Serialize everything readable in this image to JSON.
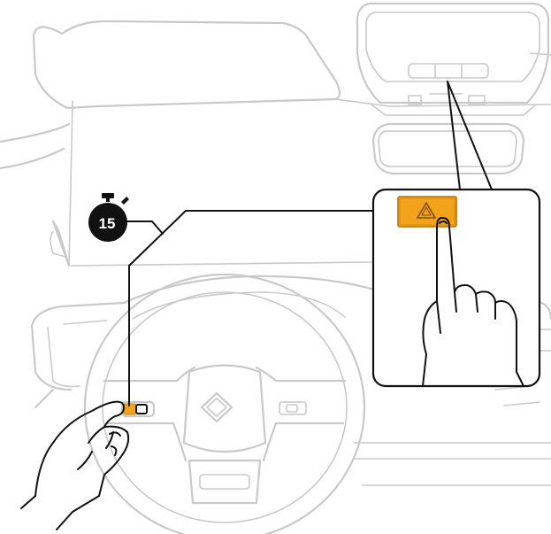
{
  "diagram": {
    "type": "instruction-illustration",
    "subject": "hazard-warning-button-press",
    "icons": [
      "timer-icon",
      "hazard-warning-icon",
      "pointing-hand-icon",
      "hand-on-steering-wheel-icon",
      "brand-logo-icon"
    ],
    "timer": {
      "value": "15"
    },
    "colors": {
      "accent": "#f3a21b",
      "accent_dark": "#c7800e",
      "line": "#c9c9c9",
      "ink": "#111111",
      "background": "#ffffff"
    }
  }
}
